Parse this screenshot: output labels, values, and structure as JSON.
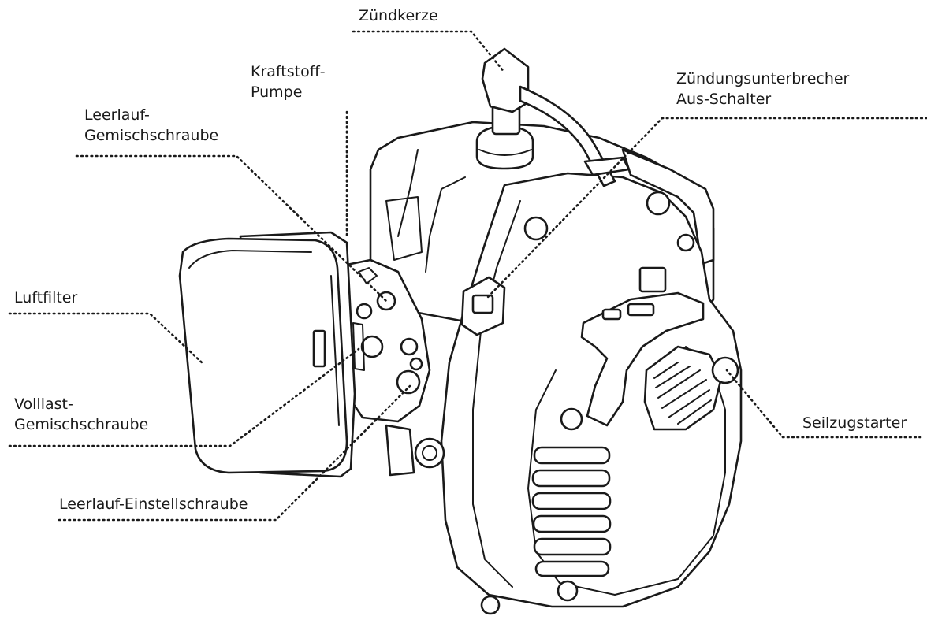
{
  "labels": {
    "zuendkerze": "Zündkerze",
    "kraftstoff_pumpe": [
      "Kraftstoff-",
      "Pumpe"
    ],
    "zuendungsunterbrecher": [
      "Zündungsunterbrecher",
      "Aus-Schalter"
    ],
    "leerlauf_gemischschraube": [
      "Leerlauf-",
      "Gemischschraube"
    ],
    "luftfilter": "Luftfilter",
    "volllast_gemischschraube": [
      "Volllast-",
      "Gemischschraube"
    ],
    "leerlauf_einstellschraube": "Leerlauf-Einstellschraube",
    "seilzugstarter": "Seilzugstarter"
  },
  "icons": {
    "engine": "engine-drawing-icon"
  },
  "colors": {
    "ink": "#1a1a1a",
    "background": "#ffffff"
  }
}
